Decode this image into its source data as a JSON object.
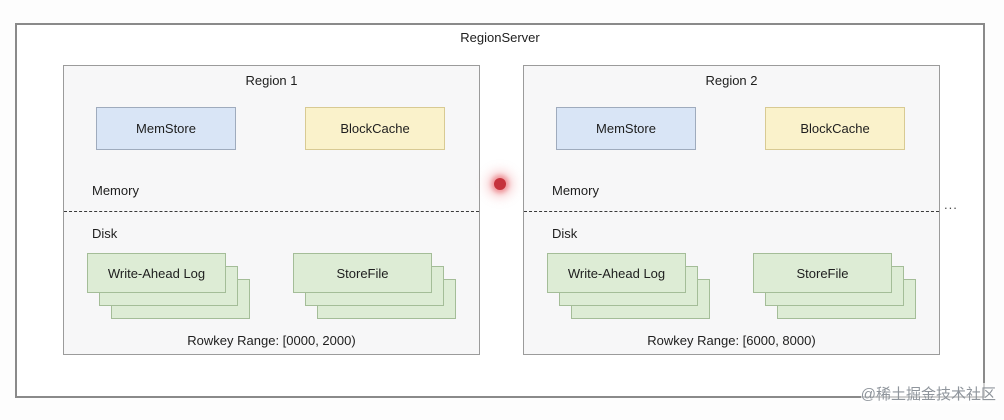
{
  "title": "RegionServer",
  "regions": [
    {
      "name": "Region 1",
      "memstore_label": "MemStore",
      "blockcache_label": "BlockCache",
      "memory_label": "Memory",
      "disk_label": "Disk",
      "wal_label": "Write-Ahead Log",
      "storefile_label": "StoreFile",
      "rowkey_range": "Rowkey Range: [0000, 2000)"
    },
    {
      "name": "Region 2",
      "memstore_label": "MemStore",
      "blockcache_label": "BlockCache",
      "memory_label": "Memory",
      "disk_label": "Disk",
      "wal_label": "Write-Ahead Log",
      "storefile_label": "StoreFile",
      "rowkey_range": "Rowkey Range: [6000, 8000)"
    }
  ],
  "ellipsis": "...",
  "watermark": "@稀土掘金技术社区",
  "colors": {
    "outer_border": "#8a8a8a",
    "panel_fill": "#f7f7f8",
    "panel_border": "#9b9b9b",
    "memstore_fill": "#d9e5f6",
    "memstore_border": "#9fabbd",
    "blockcache_fill": "#faf2cb",
    "blockcache_border": "#d8ca93",
    "file_fill": "#ddecd5",
    "file_border": "#a4bd98",
    "pointer": "#c5333c"
  }
}
